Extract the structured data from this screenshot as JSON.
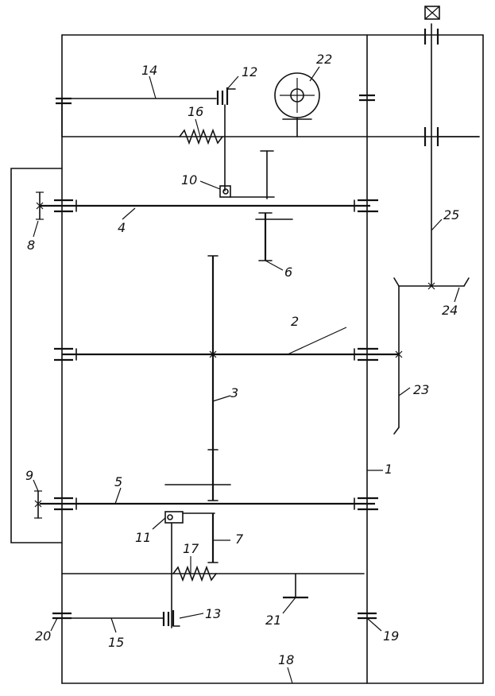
{
  "diagram": {
    "colors": {
      "ink": "#111111",
      "paper": "#ffffff"
    },
    "labels": {
      "l1": "1",
      "l2": "2",
      "l3": "3",
      "l4": "4",
      "l5": "5",
      "l6": "6",
      "l7": "7",
      "l8": "8",
      "l9": "9",
      "l10": "10",
      "l11": "11",
      "l12": "12",
      "l13": "13",
      "l14": "14",
      "l15": "15",
      "l16": "16",
      "l17": "17",
      "l18": "18",
      "l19": "19",
      "l20": "20",
      "l21": "21",
      "l22": "22",
      "l23": "23",
      "l24": "24",
      "l25": "25"
    }
  }
}
